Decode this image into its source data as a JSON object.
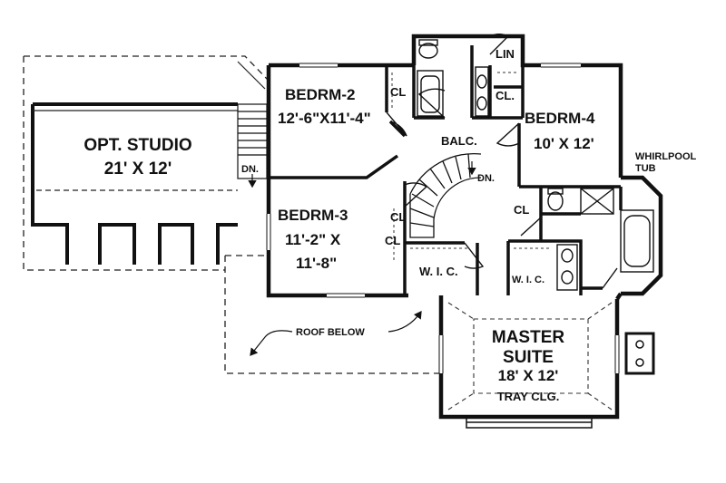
{
  "plan": {
    "rooms": {
      "studio_name": "OPT. STUDIO",
      "studio_size": "21' X 12'",
      "bedrm2_name": "BEDRM-2",
      "bedrm2_size": "12'-6\"X11'-4\"",
      "bedrm3_name": "BEDRM-3",
      "bedrm3_size_a": "11'-2\" X",
      "bedrm3_size_b": "11'-8\"",
      "bedrm4_name": "BEDRM-4",
      "bedrm4_size": "10' X 12'",
      "master_name_a": "MASTER",
      "master_name_b": "SUITE",
      "master_size": "18' X 12'",
      "master_note": "TRAY CLG."
    },
    "labels": {
      "balc": "BALC.",
      "dn_stair": "DN.",
      "dn_studio": "DN.",
      "cl_bed2": "CL",
      "cl_bath": "CL.",
      "cl_bed3": "CL",
      "cl_bed3b": "CL",
      "cl_hall": "CL",
      "lin": "LIN",
      "wic_left": "W. I. C.",
      "wic_right": "W. I. C.",
      "whirlpool_a": "WHIRLPOOL",
      "whirlpool_b": "TUB",
      "roof_below": "ROOF BELOW"
    }
  }
}
